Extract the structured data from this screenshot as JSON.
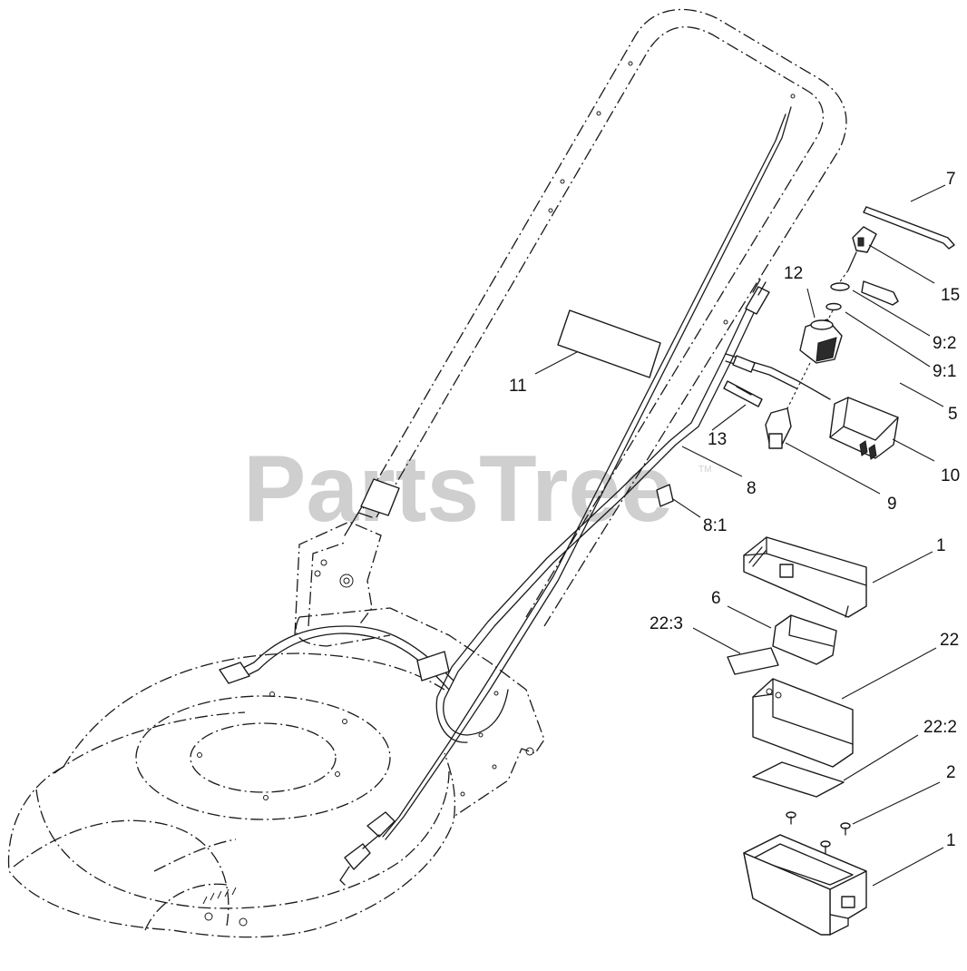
{
  "watermark": {
    "text": "PartsTree",
    "trademark": "TM"
  },
  "callouts": [
    {
      "id": "c7",
      "label": "7"
    },
    {
      "id": "c15",
      "label": "15"
    },
    {
      "id": "c12",
      "label": "12"
    },
    {
      "id": "c9-2",
      "label": "9:2"
    },
    {
      "id": "c9-1",
      "label": "9:1"
    },
    {
      "id": "c5",
      "label": "5"
    },
    {
      "id": "c11",
      "label": "11"
    },
    {
      "id": "c13",
      "label": "13"
    },
    {
      "id": "c10",
      "label": "10"
    },
    {
      "id": "c8",
      "label": "8"
    },
    {
      "id": "c9",
      "label": "9"
    },
    {
      "id": "c8-1",
      "label": "8:1"
    },
    {
      "id": "c1-top",
      "label": "1"
    },
    {
      "id": "c6",
      "label": "6"
    },
    {
      "id": "c22-3",
      "label": "22:3"
    },
    {
      "id": "c22",
      "label": "22"
    },
    {
      "id": "c22-2",
      "label": "22:2"
    },
    {
      "id": "c2",
      "label": "2"
    },
    {
      "id": "c1-bottom",
      "label": "1"
    }
  ]
}
